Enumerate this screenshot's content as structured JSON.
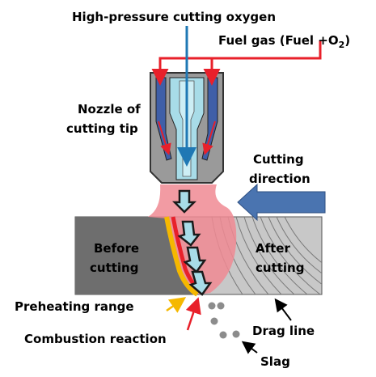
{
  "labels": {
    "oxygen": "High-pressure cutting oxygen",
    "fuel_gas_main": "Fuel gas (Fuel +O",
    "fuel_gas_sub": "2",
    "fuel_gas_close": ")",
    "nozzle_line1": "Nozzle of",
    "nozzle_line2": "cutting tip",
    "direction_line1": "Cutting",
    "direction_line2": "direction",
    "before_line1": "Before",
    "before_line2": "cutting",
    "after_line1": "After",
    "after_line2": "cutting",
    "preheating": "Preheating range",
    "combustion": "Combustion reaction",
    "drag_line": "Drag line",
    "slag": "Slag"
  },
  "colors": {
    "oxygen_arrow": "#1f78b4",
    "fuel_gas": "#e8202a",
    "flame": "#f08a93",
    "workpiece_before": "#6e6e6e",
    "workpiece_after": "#c8c8c8",
    "preheat": "#f5b800",
    "combustion": "#e8202a",
    "direction_arrow": "#4a74b0",
    "nozzle_body": "#9a9a9a",
    "nozzle_channel": "#3f5fa8",
    "nozzle_bore": "#a8dce8",
    "slag": "#8c8c8c"
  }
}
